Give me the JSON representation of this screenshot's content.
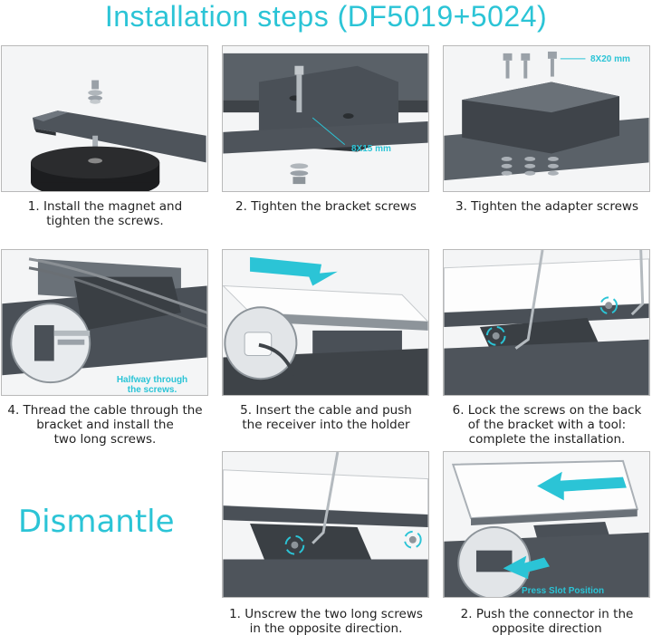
{
  "title": "Installation steps (DF5019+5024)",
  "steps": [
    {
      "caption_1": "1. Install the magnet and",
      "caption_2": "tighten the screws.",
      "caption_3": ""
    },
    {
      "caption_1": "2. Tighten the bracket screws",
      "caption_2": "",
      "caption_3": "",
      "annotation": "8X15 mm"
    },
    {
      "caption_1": "3. Tighten the adapter screws",
      "caption_2": "",
      "caption_3": "",
      "annotation": "8X20 mm"
    },
    {
      "caption_1": "4. Thread the cable through the",
      "caption_2": "bracket and install the",
      "caption_3": "two long screws.",
      "annotation_1": "Halfway through",
      "annotation_2": "the screws."
    },
    {
      "caption_1": "5. Insert the cable and push",
      "caption_2": "the receiver into the holder",
      "caption_3": ""
    },
    {
      "caption_1": "6. Lock the screws on the back",
      "caption_2": "of the bracket with a tool:",
      "caption_3": "complete the installation."
    }
  ],
  "dismantle": {
    "heading": "Dismantle",
    "steps": [
      {
        "caption_1": "1. Unscrew the two long screws",
        "caption_2": "in the opposite direction."
      },
      {
        "caption_1": "2. Push the connector in the",
        "caption_2": "opposite direction",
        "annotation": "Press Slot Position"
      }
    ]
  },
  "colors": {
    "accent": "#2bc4d6",
    "metal_dark": "#4a5057",
    "metal_light": "#8c949c",
    "panel_bg": "#f4f5f6"
  }
}
